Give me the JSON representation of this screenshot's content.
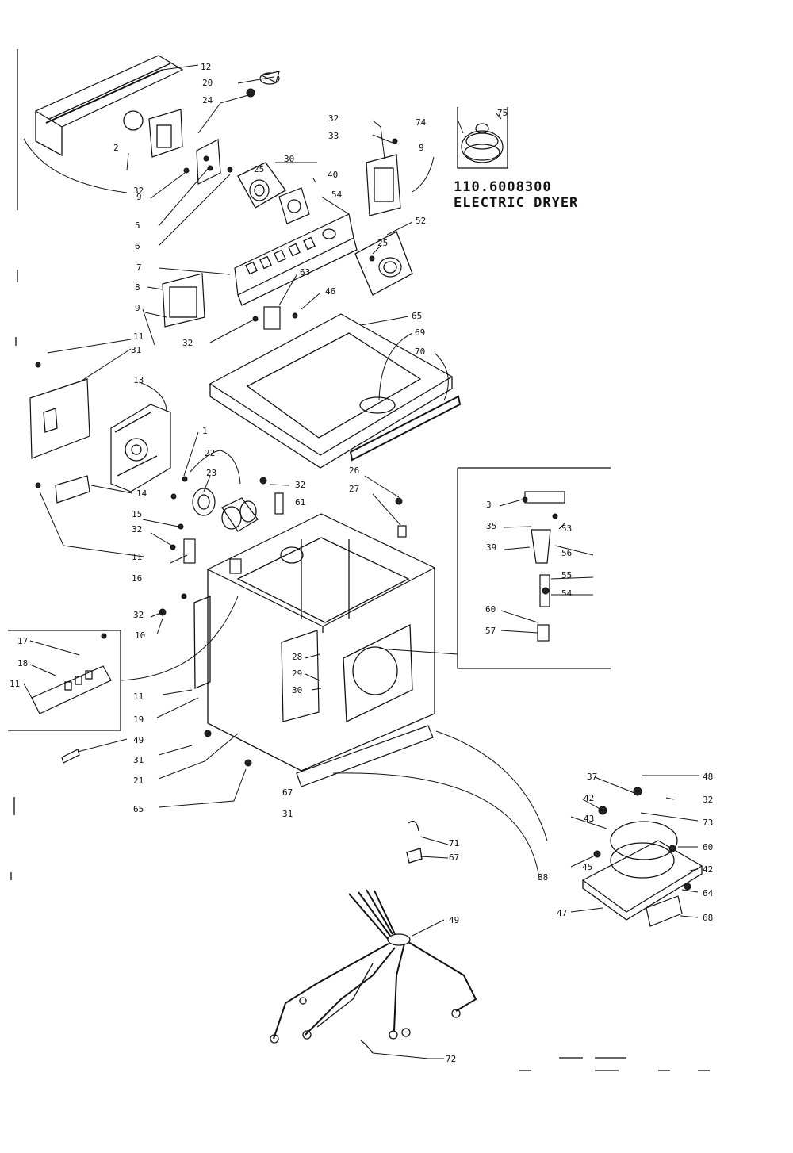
{
  "title": {
    "model_number": "110.6008300",
    "product": "ELECTRIC DRYER"
  },
  "part_labels": [
    "12",
    "20",
    "24",
    "2",
    "32",
    "9",
    "5",
    "6",
    "25",
    "30",
    "40",
    "54",
    "32",
    "33",
    "9",
    "74",
    "75",
    "52",
    "25",
    "7",
    "8",
    "9",
    "11",
    "63",
    "46",
    "32",
    "65",
    "69",
    "70",
    "31",
    "13",
    "1",
    "22",
    "23",
    "32",
    "61",
    "14",
    "15",
    "32",
    "11",
    "16",
    "26",
    "27",
    "3",
    "35",
    "53",
    "39",
    "56",
    "55",
    "54",
    "60",
    "57",
    "32",
    "10",
    "17",
    "18",
    "11",
    "11",
    "19",
    "28",
    "29",
    "30",
    "49",
    "31",
    "21",
    "65",
    "67",
    "31",
    "71",
    "67",
    "38",
    "37",
    "48",
    "42",
    "32",
    "43",
    "73",
    "60",
    "45",
    "42",
    "64",
    "47",
    "68",
    "49",
    "72"
  ],
  "colors": {
    "ink": "#111111",
    "paper": "#ffffff"
  }
}
